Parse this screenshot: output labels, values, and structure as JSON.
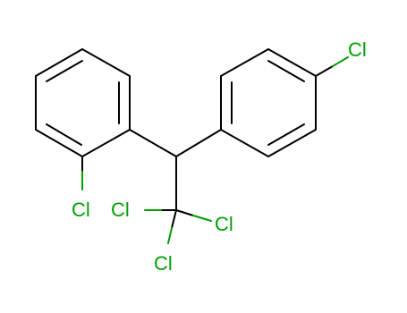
{
  "molecule": {
    "atoms": {
      "cl_para": "Cl",
      "cl_ortho": "Cl",
      "cl_ccl3_left": "Cl",
      "cl_ccl3_right": "Cl",
      "cl_ccl3_bottom": "Cl"
    }
  },
  "colors": {
    "bond": "#000000",
    "chlorine": "#00a000",
    "background": "#ffffff"
  }
}
